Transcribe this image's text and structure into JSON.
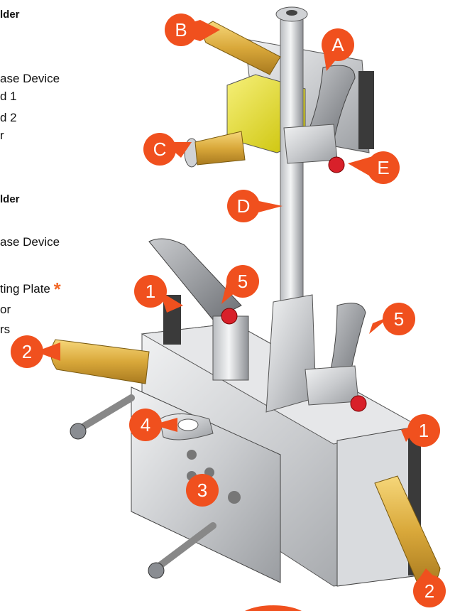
{
  "colors": {
    "callout": "#f0501e",
    "brass": "#d9a83a",
    "yellow": "#e8e020",
    "steel": "#c7c9cc",
    "red_button": "#d8202a"
  },
  "left_text": {
    "header_1": "lder",
    "group_1": [
      "ase Device",
      "d 1",
      "d 2",
      "r"
    ],
    "header_2": "lder",
    "group_2": [
      "ase Device",
      "ting Plate",
      "or",
      "rs"
    ],
    "asterisk": "*"
  },
  "callouts": {
    "A": "A",
    "B": "B",
    "C": "C",
    "D": "D",
    "E": "E",
    "one_left": "1",
    "one_right": "1",
    "two_left": "2",
    "two_bottom": "2",
    "three": "3",
    "four": "4",
    "five_left": "5",
    "five_right": "5"
  }
}
